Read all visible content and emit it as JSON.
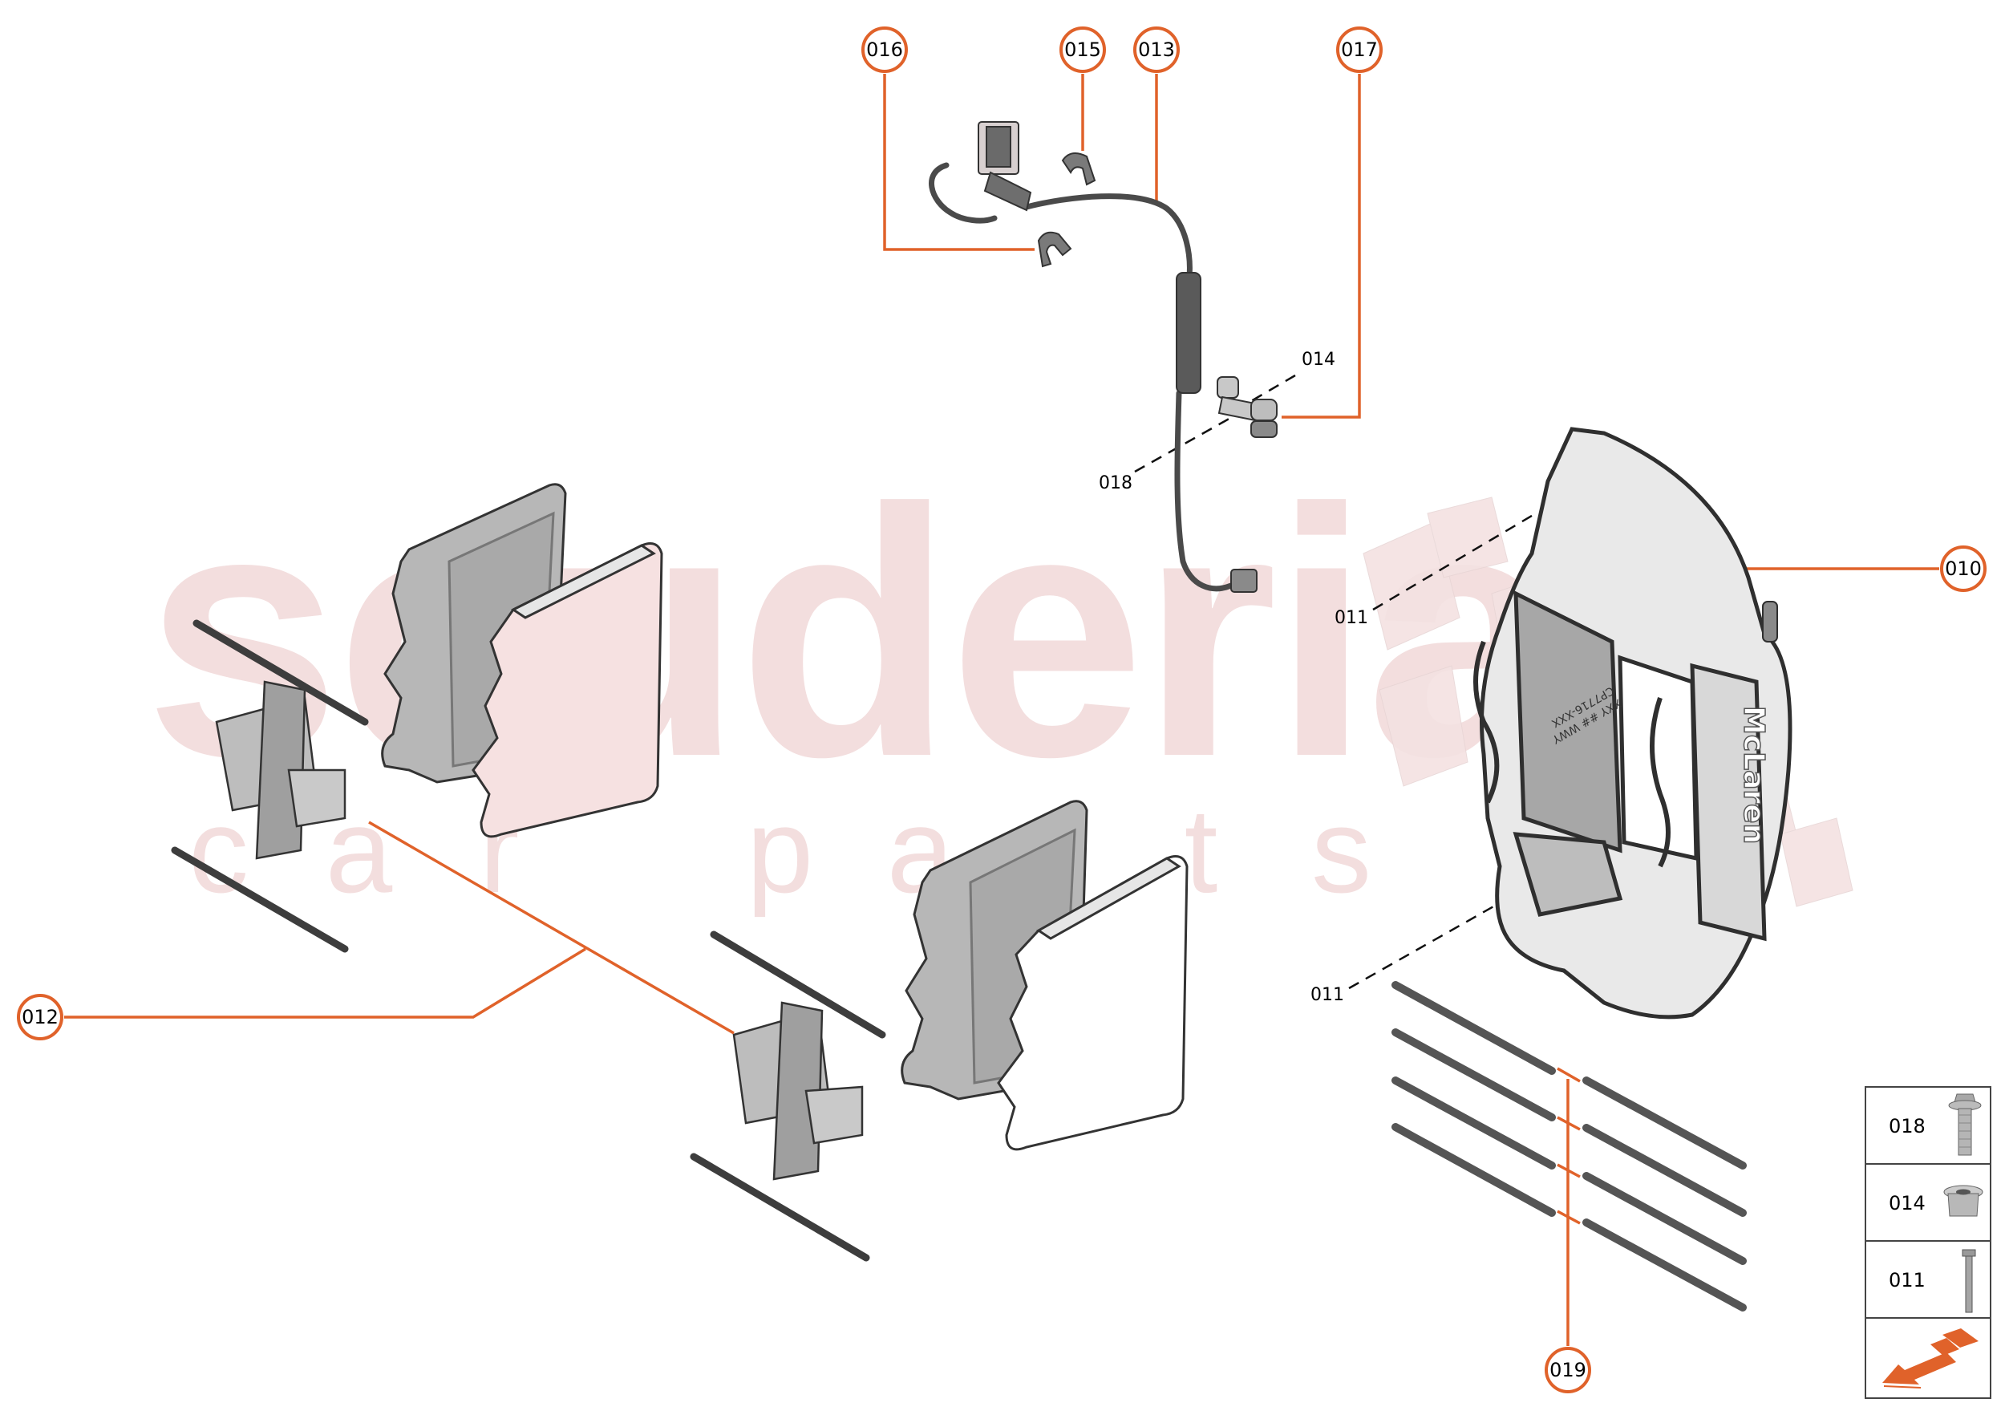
{
  "watermark": {
    "brand": "scuderia",
    "subtitle_letters": [
      "c",
      "a",
      "r",
      "",
      "p",
      "a",
      "r",
      "t",
      "s"
    ],
    "color": "#f3dede"
  },
  "colors": {
    "callout_accent": "#e0622a",
    "part_gray": "#8c8c8c",
    "part_dark": "#4a4a4a",
    "pad_friction": "#f4dcdc"
  },
  "callouts": [
    {
      "id": "016",
      "label": "016"
    },
    {
      "id": "015",
      "label": "015"
    },
    {
      "id": "013",
      "label": "013"
    },
    {
      "id": "017",
      "label": "017"
    },
    {
      "id": "010",
      "label": "010"
    },
    {
      "id": "012",
      "label": "012"
    },
    {
      "id": "019",
      "label": "019"
    }
  ],
  "plain_labels": [
    {
      "id": "014",
      "label": "014"
    },
    {
      "id": "018",
      "label": "018"
    },
    {
      "id": "011a",
      "label": "011"
    },
    {
      "id": "011b",
      "label": "011"
    }
  ],
  "caliper": {
    "engraving_line1": "XXY ## WWY",
    "engraving_line2": "CP7716-XXX",
    "brand_text": "McLaren"
  },
  "legend": {
    "rows": [
      {
        "code": "018",
        "icon": "flange-bolt-icon"
      },
      {
        "code": "014",
        "icon": "flange-nut-icon"
      },
      {
        "code": "011",
        "icon": "long-bolt-icon"
      },
      {
        "code": "",
        "icon": "direction-arrow-icon"
      }
    ]
  }
}
